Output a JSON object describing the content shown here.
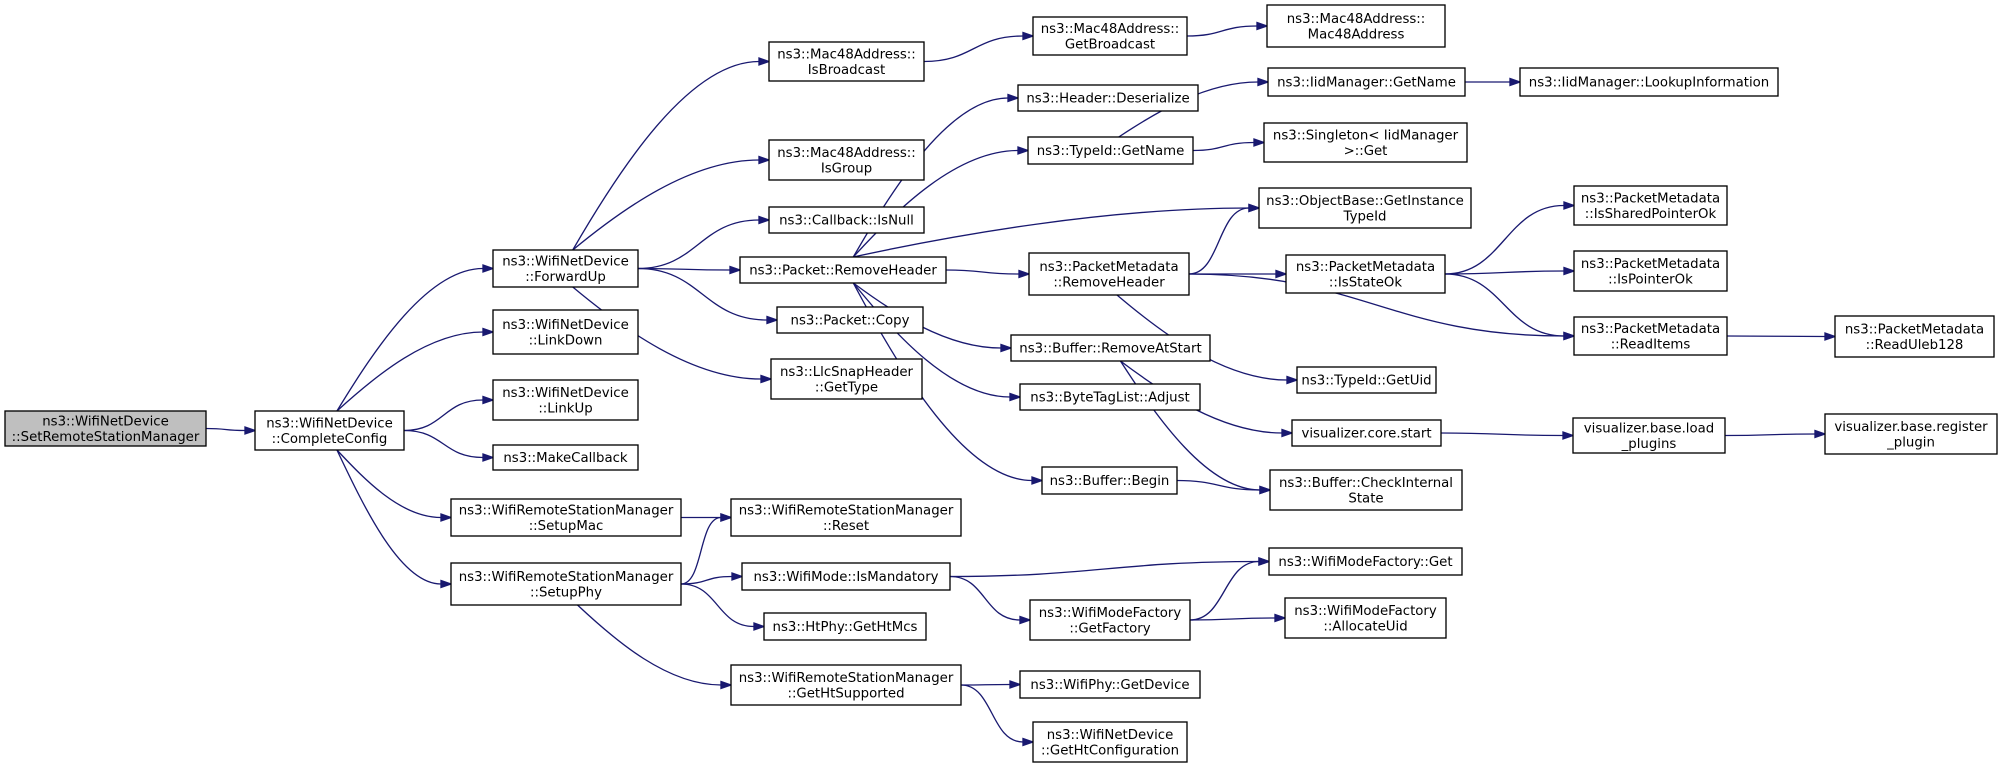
{
  "diagram": {
    "nodes": [
      {
        "id": "n0",
        "lines": [
          "ns3::WifiNetDevice",
          "::SetRemoteStationManager"
        ],
        "root": true
      },
      {
        "id": "n1",
        "lines": [
          "ns3::WifiNetDevice",
          "::CompleteConfig"
        ]
      },
      {
        "id": "n2",
        "lines": [
          "ns3::WifiNetDevice",
          "::ForwardUp"
        ]
      },
      {
        "id": "n3",
        "lines": [
          "ns3::WifiNetDevice",
          "::LinkDown"
        ]
      },
      {
        "id": "n4",
        "lines": [
          "ns3::WifiNetDevice",
          "::LinkUp"
        ]
      },
      {
        "id": "n5",
        "lines": [
          "ns3::MakeCallback"
        ]
      },
      {
        "id": "n6",
        "lines": [
          "ns3::WifiRemoteStationManager",
          "::SetupMac"
        ]
      },
      {
        "id": "n7",
        "lines": [
          "ns3::WifiRemoteStationManager",
          "::SetupPhy"
        ]
      },
      {
        "id": "n8",
        "lines": [
          "ns3::Mac48Address::",
          "IsBroadcast"
        ]
      },
      {
        "id": "n9",
        "lines": [
          "ns3::Mac48Address::",
          "IsGroup"
        ]
      },
      {
        "id": "n10",
        "lines": [
          "ns3::Callback::IsNull"
        ]
      },
      {
        "id": "n11",
        "lines": [
          "ns3::Packet::RemoveHeader"
        ]
      },
      {
        "id": "n12",
        "lines": [
          "ns3::Packet::Copy"
        ]
      },
      {
        "id": "n13",
        "lines": [
          "ns3::LlcSnapHeader",
          "::GetType"
        ]
      },
      {
        "id": "n14",
        "lines": [
          "ns3::WifiRemoteStationManager",
          "::Reset"
        ]
      },
      {
        "id": "n15",
        "lines": [
          "ns3::WifiMode::IsMandatory"
        ]
      },
      {
        "id": "n16",
        "lines": [
          "ns3::HtPhy::GetHtMcs"
        ]
      },
      {
        "id": "n17",
        "lines": [
          "ns3::WifiRemoteStationManager",
          "::GetHtSupported"
        ]
      },
      {
        "id": "n18",
        "lines": [
          "ns3::Mac48Address::",
          "GetBroadcast"
        ]
      },
      {
        "id": "n19",
        "lines": [
          "ns3::Header::Deserialize"
        ]
      },
      {
        "id": "n20",
        "lines": [
          "ns3::TypeId::GetName"
        ]
      },
      {
        "id": "n21",
        "lines": [
          "ns3::PacketMetadata",
          "::RemoveHeader"
        ]
      },
      {
        "id": "n22",
        "lines": [
          "ns3::Buffer::RemoveAtStart"
        ]
      },
      {
        "id": "n23",
        "lines": [
          "ns3::ByteTagList::Adjust"
        ]
      },
      {
        "id": "n24",
        "lines": [
          "ns3::Buffer::Begin"
        ]
      },
      {
        "id": "n25",
        "lines": [
          "ns3::WifiModeFactory",
          "::GetFactory"
        ]
      },
      {
        "id": "n26",
        "lines": [
          "ns3::WifiPhy::GetDevice"
        ]
      },
      {
        "id": "n27",
        "lines": [
          "ns3::WifiNetDevice",
          "::GetHtConfiguration"
        ]
      },
      {
        "id": "n28",
        "lines": [
          "ns3::Mac48Address::",
          "Mac48Address"
        ]
      },
      {
        "id": "n29",
        "lines": [
          "ns3::IidManager::GetName"
        ]
      },
      {
        "id": "n30",
        "lines": [
          "ns3::Singleton< IidManager",
          " >::Get"
        ]
      },
      {
        "id": "n31",
        "lines": [
          "ns3::ObjectBase::GetInstance",
          "TypeId"
        ]
      },
      {
        "id": "n32",
        "lines": [
          "ns3::PacketMetadata",
          "::IsStateOk"
        ]
      },
      {
        "id": "n33",
        "lines": [
          "ns3::TypeId::GetUid"
        ]
      },
      {
        "id": "n34",
        "lines": [
          "visualizer.core.start"
        ]
      },
      {
        "id": "n35",
        "lines": [
          "ns3::Buffer::CheckInternal",
          "State"
        ]
      },
      {
        "id": "n36",
        "lines": [
          "ns3::WifiModeFactory::Get"
        ]
      },
      {
        "id": "n37",
        "lines": [
          "ns3::WifiModeFactory",
          "::AllocateUid"
        ]
      },
      {
        "id": "n38",
        "lines": [
          "ns3::IidManager::LookupInformation"
        ]
      },
      {
        "id": "n39",
        "lines": [
          "ns3::PacketMetadata",
          "::IsSharedPointerOk"
        ]
      },
      {
        "id": "n40",
        "lines": [
          "ns3::PacketMetadata",
          "::IsPointerOk"
        ]
      },
      {
        "id": "n41",
        "lines": [
          "ns3::PacketMetadata",
          "::ReadItems"
        ]
      },
      {
        "id": "n42",
        "lines": [
          "visualizer.base.load",
          "_plugins"
        ]
      },
      {
        "id": "n43",
        "lines": [
          "ns3::PacketMetadata",
          "::ReadUleb128"
        ]
      },
      {
        "id": "n44",
        "lines": [
          "visualizer.base.register",
          "_plugin"
        ]
      }
    ],
    "edges": [
      [
        "n0",
        "n1"
      ],
      [
        "n1",
        "n2"
      ],
      [
        "n1",
        "n3"
      ],
      [
        "n1",
        "n4"
      ],
      [
        "n1",
        "n5"
      ],
      [
        "n1",
        "n6"
      ],
      [
        "n1",
        "n7"
      ],
      [
        "n2",
        "n8"
      ],
      [
        "n2",
        "n9"
      ],
      [
        "n2",
        "n10"
      ],
      [
        "n2",
        "n11"
      ],
      [
        "n2",
        "n12"
      ],
      [
        "n2",
        "n13"
      ],
      [
        "n6",
        "n14"
      ],
      [
        "n7",
        "n14"
      ],
      [
        "n7",
        "n15"
      ],
      [
        "n7",
        "n16"
      ],
      [
        "n7",
        "n17"
      ],
      [
        "n8",
        "n18"
      ],
      [
        "n18",
        "n28"
      ],
      [
        "n11",
        "n19"
      ],
      [
        "n11",
        "n20"
      ],
      [
        "n11",
        "n31"
      ],
      [
        "n11",
        "n21"
      ],
      [
        "n11",
        "n22"
      ],
      [
        "n11",
        "n23"
      ],
      [
        "n11",
        "n24"
      ],
      [
        "n20",
        "n29"
      ],
      [
        "n20",
        "n30"
      ],
      [
        "n29",
        "n38"
      ],
      [
        "n21",
        "n31"
      ],
      [
        "n21",
        "n32"
      ],
      [
        "n21",
        "n41"
      ],
      [
        "n21",
        "n33"
      ],
      [
        "n32",
        "n39"
      ],
      [
        "n32",
        "n40"
      ],
      [
        "n32",
        "n41"
      ],
      [
        "n41",
        "n43"
      ],
      [
        "n22",
        "n34"
      ],
      [
        "n22",
        "n35"
      ],
      [
        "n24",
        "n35"
      ],
      [
        "n34",
        "n42"
      ],
      [
        "n42",
        "n44"
      ],
      [
        "n15",
        "n36"
      ],
      [
        "n15",
        "n25"
      ],
      [
        "n25",
        "n36"
      ],
      [
        "n25",
        "n37"
      ],
      [
        "n17",
        "n26"
      ],
      [
        "n17",
        "n27"
      ]
    ]
  },
  "colors": {
    "edge": "#191970",
    "root_fill": "#bfbfbf",
    "node_fill": "#ffffff",
    "node_border": "#000000"
  }
}
